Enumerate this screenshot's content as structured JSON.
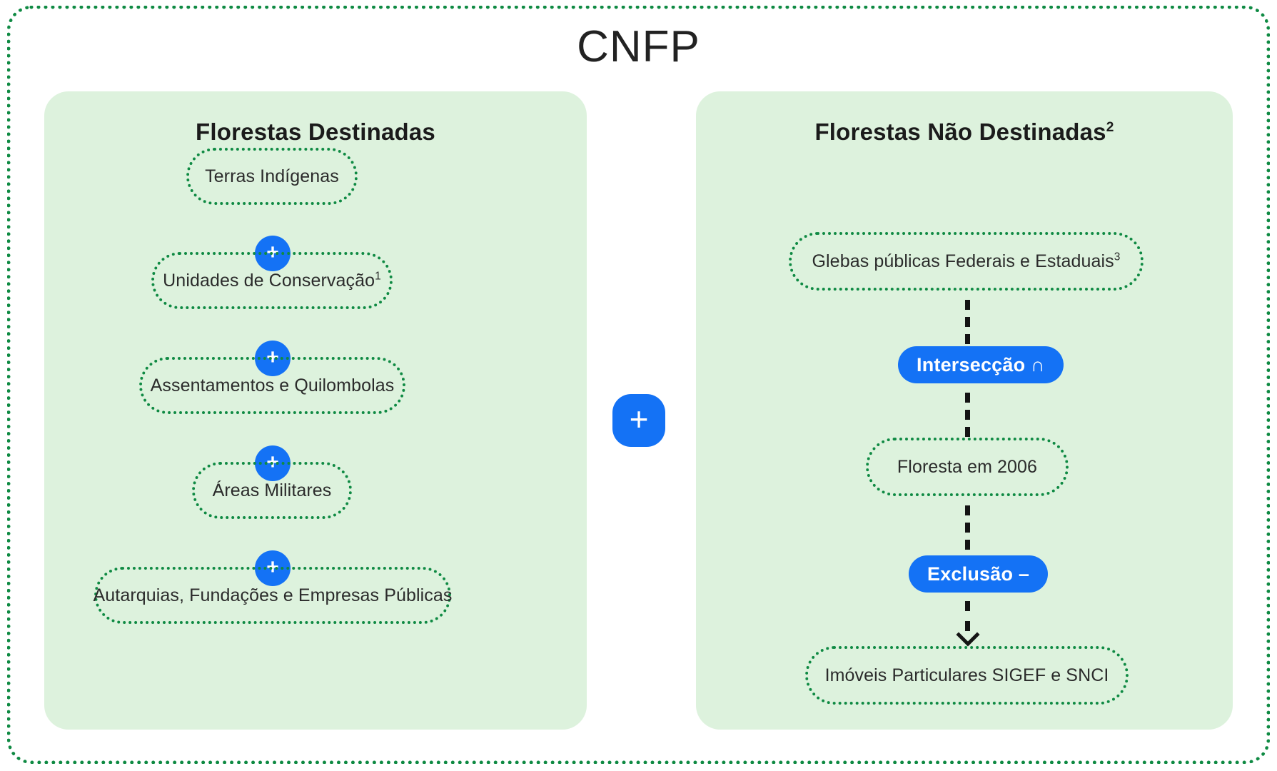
{
  "title": "CNFP",
  "colors": {
    "accent_blue": "#1472f5",
    "panel_green": "#ddf2dd",
    "dotted_green": "#0f8a43",
    "text_dark": "#2b2b2b",
    "page_background": "#ffffff"
  },
  "left_panel": {
    "title": "Florestas Destinadas",
    "title_superscript": "",
    "nodes": [
      {
        "label": "Terras Indígenas",
        "superscript": ""
      },
      {
        "label": "Unidades de Conservação",
        "superscript": "1"
      },
      {
        "label": "Assentamentos e Quilombolas",
        "superscript": ""
      },
      {
        "label": "Áreas Militares",
        "superscript": ""
      },
      {
        "label": "Autarquias, Fundações e Empresas Públicas",
        "superscript": ""
      }
    ],
    "connectors": [
      {
        "symbol": "+"
      },
      {
        "symbol": "+"
      },
      {
        "symbol": "+"
      },
      {
        "symbol": "+"
      }
    ]
  },
  "center": {
    "operator": "+"
  },
  "right_panel": {
    "title": "Florestas Não Destinadas",
    "title_superscript": "2",
    "nodes": [
      {
        "label": "Glebas públicas Federais e Estaduais",
        "superscript": "3"
      },
      {
        "label": "Floresta em 2006",
        "superscript": ""
      },
      {
        "label": "Imóveis Particulares SIGEF e SNCI",
        "superscript": ""
      }
    ],
    "operations": [
      {
        "label": "Intersecção ∩"
      },
      {
        "label": "Exclusão –"
      }
    ]
  }
}
